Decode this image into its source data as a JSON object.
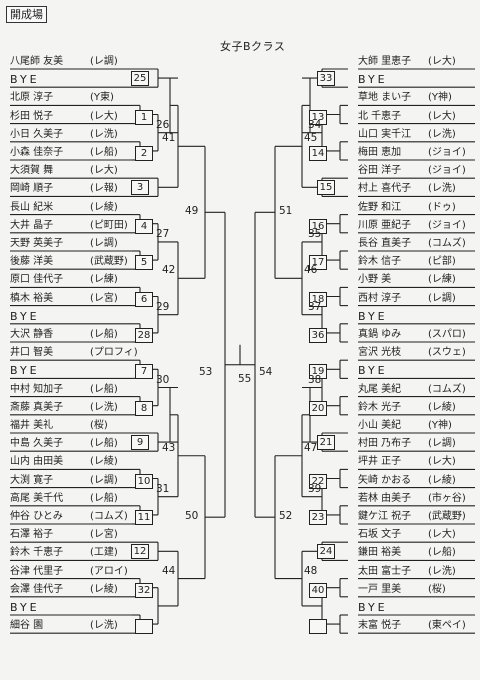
{
  "venue": "開成場",
  "title": "女子Bクラス",
  "left_entries": [
    {
      "name": "八尾師 友美",
      "club": "(レ調)"
    },
    {
      "name": "BYE",
      "club": ""
    },
    {
      "name": "北原 淳子",
      "club": "(Y東)"
    },
    {
      "name": "杉田 悦子",
      "club": "(レ大)"
    },
    {
      "name": "小日 久美子",
      "club": "(レ洗)"
    },
    {
      "name": "小森 佳奈子",
      "club": "(レ船)"
    },
    {
      "name": "大須賀 舞",
      "club": "(レ大)"
    },
    {
      "name": "岡崎 順子",
      "club": "(レ報)"
    },
    {
      "name": "長山 紀米",
      "club": "(レ綾)"
    },
    {
      "name": "大井 晶子",
      "club": "(ピ町田)"
    },
    {
      "name": "天野 英美子",
      "club": "(レ調)"
    },
    {
      "name": "後藤 洋美",
      "club": "(武蔵野)"
    },
    {
      "name": "原口 佳代子",
      "club": "(レ練)"
    },
    {
      "name": "槙木 裕美",
      "club": "(レ宮)"
    },
    {
      "name": "BYE",
      "club": ""
    },
    {
      "name": "大沢 静香",
      "club": "(レ船)"
    },
    {
      "name": "井口 智美",
      "club": "(プロフィ)"
    },
    {
      "name": "BYE",
      "club": ""
    },
    {
      "name": "中村 知加子",
      "club": "(レ船)"
    },
    {
      "name": "斎藤 真美子",
      "club": "(レ洗)"
    },
    {
      "name": "福井 美礼",
      "club": "(桜)"
    },
    {
      "name": "中島 久美子",
      "club": "(レ船)"
    },
    {
      "name": "山内 由田美",
      "club": "(レ綾)"
    },
    {
      "name": "大渕 寛子",
      "club": "(レ調)"
    },
    {
      "name": "高尾 美千代",
      "club": "(レ船)"
    },
    {
      "name": "仲谷 ひとみ",
      "club": "(コムズ)"
    },
    {
      "name": "石澤 裕子",
      "club": "(レ宮)"
    },
    {
      "name": "鈴木 千恵子",
      "club": "(工建)"
    },
    {
      "name": "谷津 代里子",
      "club": "(アロイ)"
    },
    {
      "name": "会澤 佳代子",
      "club": "(レ綾)"
    },
    {
      "name": "BYE",
      "club": ""
    },
    {
      "name": "細谷 園",
      "club": "(レ洗)"
    }
  ],
  "right_entries": [
    {
      "name": "大師 里恵子",
      "club": "(レ大)"
    },
    {
      "name": "BYE",
      "club": ""
    },
    {
      "name": "草地 まい子",
      "club": "(Y神)"
    },
    {
      "name": "北 千恵子",
      "club": "(レ大)"
    },
    {
      "name": "山口 実千江",
      "club": "(レ洗)"
    },
    {
      "name": "梅田 恵加",
      "club": "(ジョイ)"
    },
    {
      "name": "谷田 洋子",
      "club": "(ジョイ)"
    },
    {
      "name": "村上 喜代子",
      "club": "(レ洗)"
    },
    {
      "name": "佐野 和江",
      "club": "(ドゥ)"
    },
    {
      "name": "川原 亜紀子",
      "club": "(ジョイ)"
    },
    {
      "name": "長谷 直美子",
      "club": "(コムズ)"
    },
    {
      "name": "鈴木 信子",
      "club": "(ピ部)"
    },
    {
      "name": "小野 美",
      "club": "(レ練)"
    },
    {
      "name": "西村 淳子",
      "club": "(レ調)"
    },
    {
      "name": "BYE",
      "club": ""
    },
    {
      "name": "真鍋 ゆみ",
      "club": "(スパロ)"
    },
    {
      "name": "宮沢 光枝",
      "club": "(スウェ)"
    },
    {
      "name": "BYE",
      "club": ""
    },
    {
      "name": "丸尾 美紀",
      "club": "(コムズ)"
    },
    {
      "name": "鈴木 光子",
      "club": "(レ綾)"
    },
    {
      "name": "小山 美紀",
      "club": "(Y神)"
    },
    {
      "name": "村田 乃布子",
      "club": "(レ調)"
    },
    {
      "name": "坪井 正子",
      "club": "(レ大)"
    },
    {
      "name": "矢崎 かおる",
      "club": "(レ綾)"
    },
    {
      "name": "若林 由美子",
      "club": "(市ヶ谷)"
    },
    {
      "name": "鍵ケ江 祝子",
      "club": "(武蔵野)"
    },
    {
      "name": "石坂 文子",
      "club": "(レ大)"
    },
    {
      "name": "鎌田 裕美",
      "club": "(レ船)"
    },
    {
      "name": "太田 富士子",
      "club": "(レ洗)"
    },
    {
      "name": "一戸 里美",
      "club": "(桜)"
    },
    {
      "name": "BYE",
      "club": ""
    },
    {
      "name": "末富 悦子",
      "club": "(東ペイ)"
    }
  ],
  "left_r1": [
    "25",
    "1",
    "2",
    "26",
    "3",
    "4",
    "27",
    "5",
    "6",
    "28",
    "29",
    "7",
    "8",
    "30",
    "9",
    "10",
    "31",
    "11",
    "12",
    "32"
  ],
  "left_r2": [
    "41",
    "42",
    "43",
    "44"
  ],
  "left_r3": [
    "49",
    "50"
  ],
  "right_r1": [
    "33",
    "13",
    "14",
    "34",
    "15",
    "16",
    "35",
    "17",
    "18",
    "36",
    "37",
    "19",
    "20",
    "38",
    "21",
    "22",
    "39",
    "23",
    "24",
    "40"
  ],
  "right_r2": [
    "45",
    "46",
    "47",
    "48"
  ],
  "right_r3": [
    "51",
    "52"
  ],
  "semis": [
    "53",
    "54"
  ],
  "final": "55"
}
